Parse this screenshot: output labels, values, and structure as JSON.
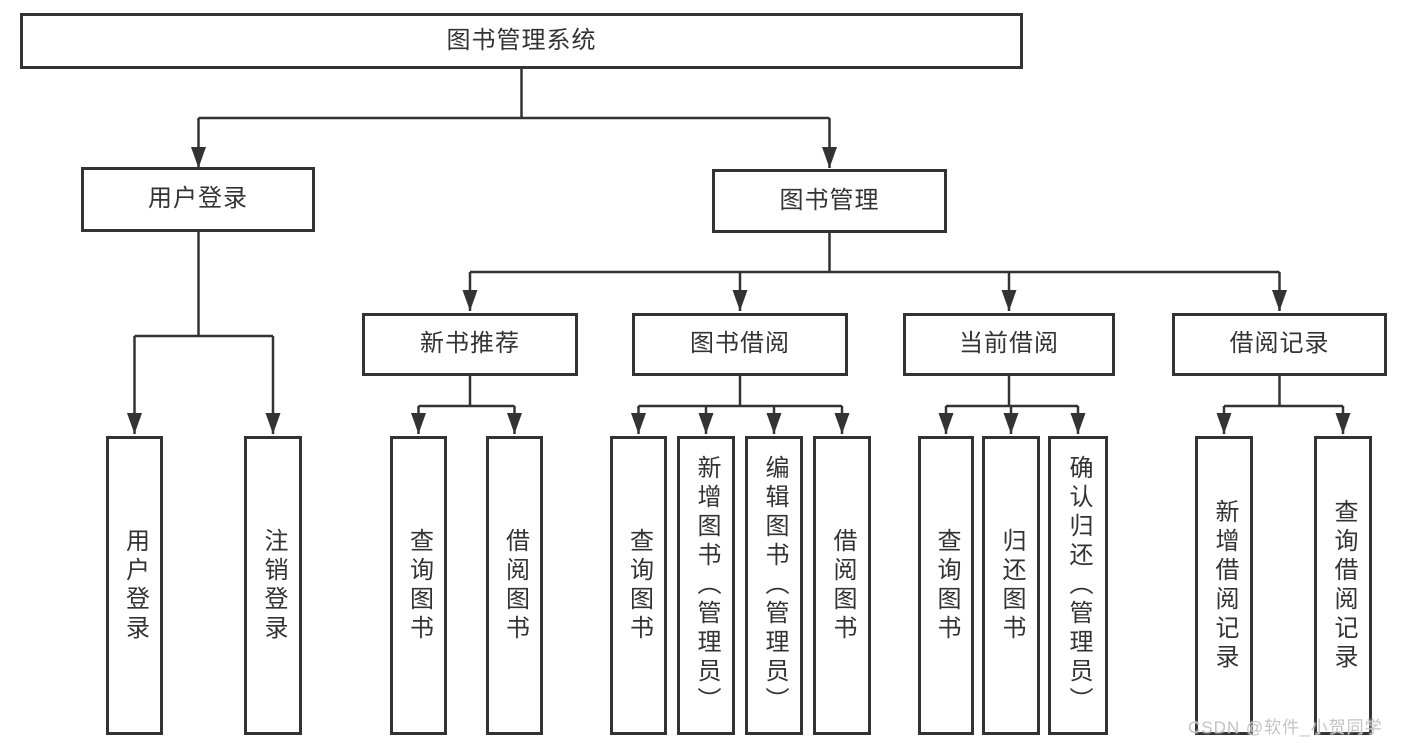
{
  "diagram_type": "hierarchy-tree",
  "colors": {
    "line": "#333333",
    "box_border": "#333333",
    "text": "#333333",
    "background": "#ffffff",
    "watermark": "#c3c3c3"
  },
  "watermark": "CSDN @软件_小贺同学",
  "nodes": {
    "root": "图书管理系统",
    "user_login": "用户登录",
    "book_mgmt": "图书管理",
    "new_book_rec": "新书推荐",
    "book_borrow": "图书借阅",
    "current_borrow": "当前借阅",
    "borrow_records": "借阅记录",
    "leaf_login": "用户登录",
    "leaf_logout": "注销登录",
    "leaf_rec_query": "查询图书",
    "leaf_rec_borrow": "借阅图书",
    "leaf_bb_query": "查询图书",
    "leaf_bb_add": "新增图书（管理员）",
    "leaf_bb_edit": "编辑图书（管理员）",
    "leaf_bb_borrow": "借阅图书",
    "leaf_cb_query": "查询图书",
    "leaf_cb_return": "归还图书",
    "leaf_cb_confirm": "确认归还（管理员）",
    "leaf_br_add": "新增借阅记录",
    "leaf_br_query": "查询借阅记录"
  },
  "hierarchy": {
    "图书管理系统": {
      "用户登录": [
        "用户登录",
        "注销登录"
      ],
      "图书管理": {
        "新书推荐": [
          "查询图书",
          "借阅图书"
        ],
        "图书借阅": [
          "查询图书",
          "新增图书（管理员）",
          "编辑图书（管理员）",
          "借阅图书"
        ],
        "当前借阅": [
          "查询图书",
          "归还图书",
          "确认归还（管理员）"
        ],
        "借阅记录": [
          "新增借阅记录",
          "查询借阅记录"
        ]
      }
    }
  }
}
